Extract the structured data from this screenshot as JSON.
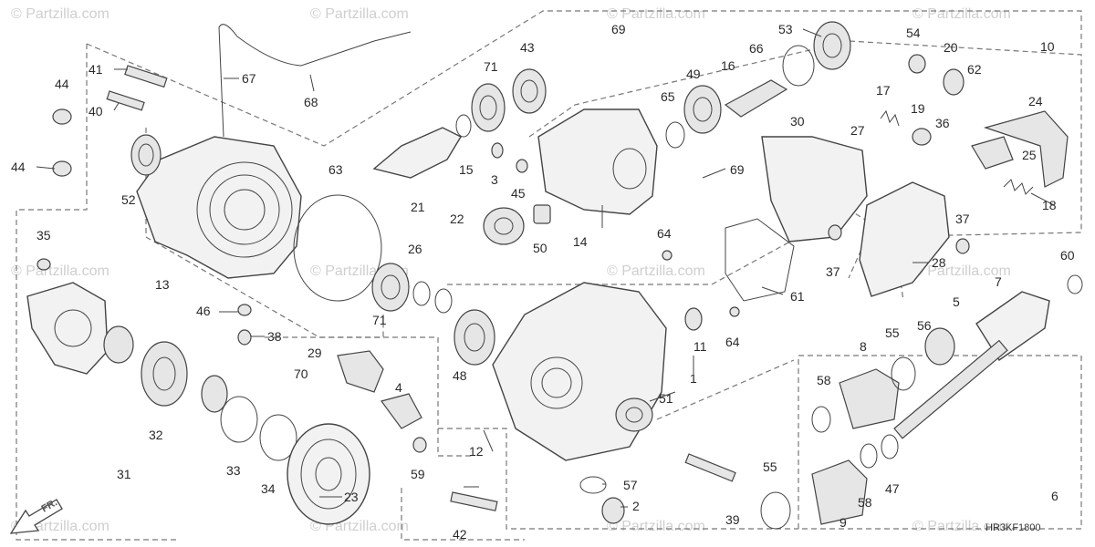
{
  "watermark": "© Partzilla.com",
  "diagram_code": "HR3KF1800",
  "direction_label": "FR.",
  "callouts": [
    "1",
    "2",
    "3",
    "4",
    "5",
    "6",
    "7",
    "8",
    "9",
    "10",
    "11",
    "12",
    "13",
    "14",
    "15",
    "16",
    "17",
    "18",
    "19",
    "20",
    "21",
    "22",
    "23",
    "24",
    "25",
    "26",
    "27",
    "28",
    "29",
    "30",
    "31",
    "32",
    "33",
    "34",
    "35",
    "36",
    "37",
    "37",
    "38",
    "39",
    "40",
    "41",
    "42",
    "43",
    "44",
    "44",
    "45",
    "46",
    "47",
    "48",
    "49",
    "50",
    "51",
    "52",
    "53",
    "54",
    "55",
    "55",
    "56",
    "57",
    "58",
    "58",
    "59",
    "60",
    "61",
    "62",
    "63",
    "64",
    "64",
    "65",
    "66",
    "67",
    "68",
    "69",
    "69",
    "70",
    "71",
    "71"
  ]
}
